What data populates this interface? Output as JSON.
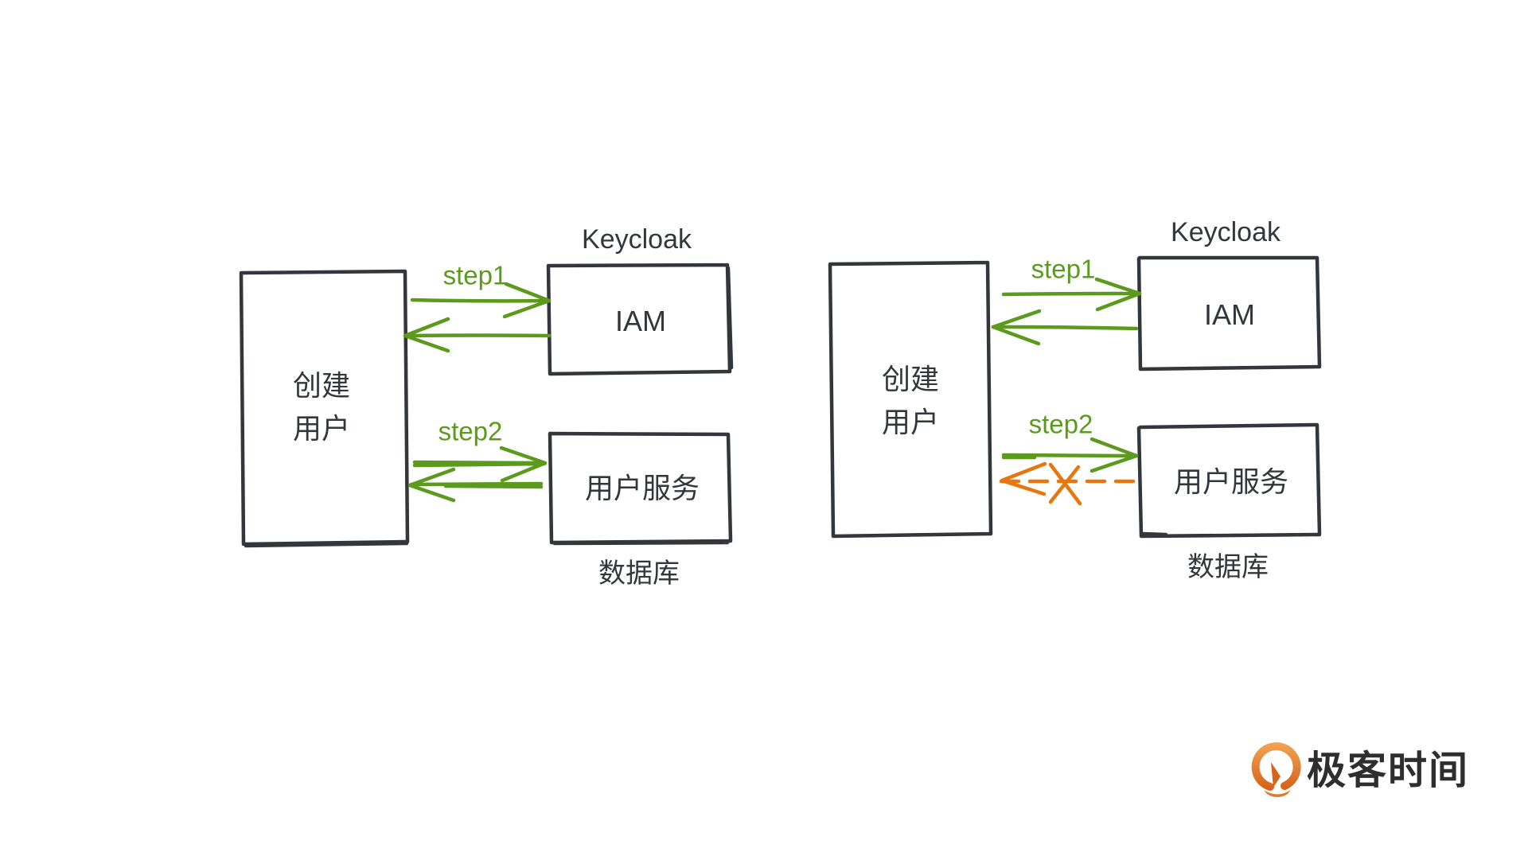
{
  "colors": {
    "box_stroke": "#33373c",
    "arrow_green": "#5c9a1e",
    "arrow_failed": "#e8760f",
    "logo_orange": "#e0782a",
    "text": "#33373c"
  },
  "diagrams": [
    {
      "id": "before",
      "caller": {
        "line1": "创建",
        "line2": "用户"
      },
      "iam": {
        "label": "IAM",
        "group_label": "Keycloak"
      },
      "user_service": {
        "label": "用户服务",
        "sub_label": "数据库"
      },
      "step1": {
        "label": "step1",
        "request_status": "success",
        "response_status": "success"
      },
      "step2": {
        "label": "step2",
        "request_status": "success",
        "response_status": "success"
      }
    },
    {
      "id": "after",
      "caller": {
        "line1": "创建",
        "line2": "用户"
      },
      "iam": {
        "label": "IAM",
        "group_label": "Keycloak"
      },
      "user_service": {
        "label": "用户服务",
        "sub_label": "数据库"
      },
      "step1": {
        "label": "step1",
        "request_status": "success",
        "response_status": "success"
      },
      "step2": {
        "label": "step2",
        "request_status": "success",
        "response_status": "failed"
      }
    }
  ],
  "logo": {
    "icon": "geektime-logo-icon",
    "text": "极客时间"
  }
}
